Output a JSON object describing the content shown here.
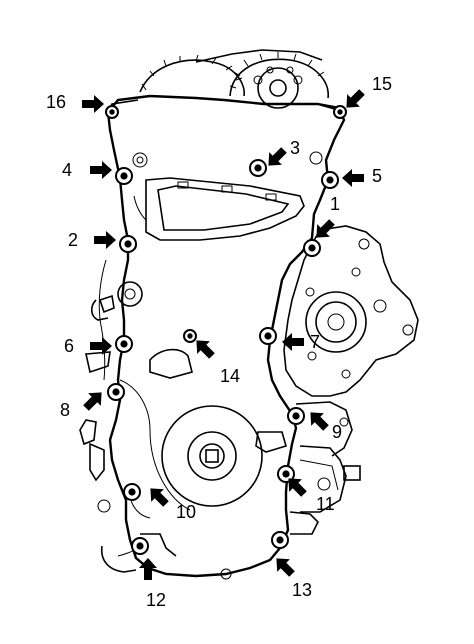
{
  "diagram": {
    "bolts": [
      {
        "id": "16",
        "label": "16"
      },
      {
        "id": "15",
        "label": "15"
      },
      {
        "id": "4",
        "label": "4"
      },
      {
        "id": "3",
        "label": "3"
      },
      {
        "id": "5",
        "label": "5"
      },
      {
        "id": "1",
        "label": "1"
      },
      {
        "id": "2",
        "label": "2"
      },
      {
        "id": "6",
        "label": "6"
      },
      {
        "id": "7",
        "label": "7"
      },
      {
        "id": "14",
        "label": "14"
      },
      {
        "id": "8",
        "label": "8"
      },
      {
        "id": "9",
        "label": "9"
      },
      {
        "id": "10",
        "label": "10"
      },
      {
        "id": "11",
        "label": "11"
      },
      {
        "id": "12",
        "label": "12"
      },
      {
        "id": "13",
        "label": "13"
      }
    ]
  }
}
